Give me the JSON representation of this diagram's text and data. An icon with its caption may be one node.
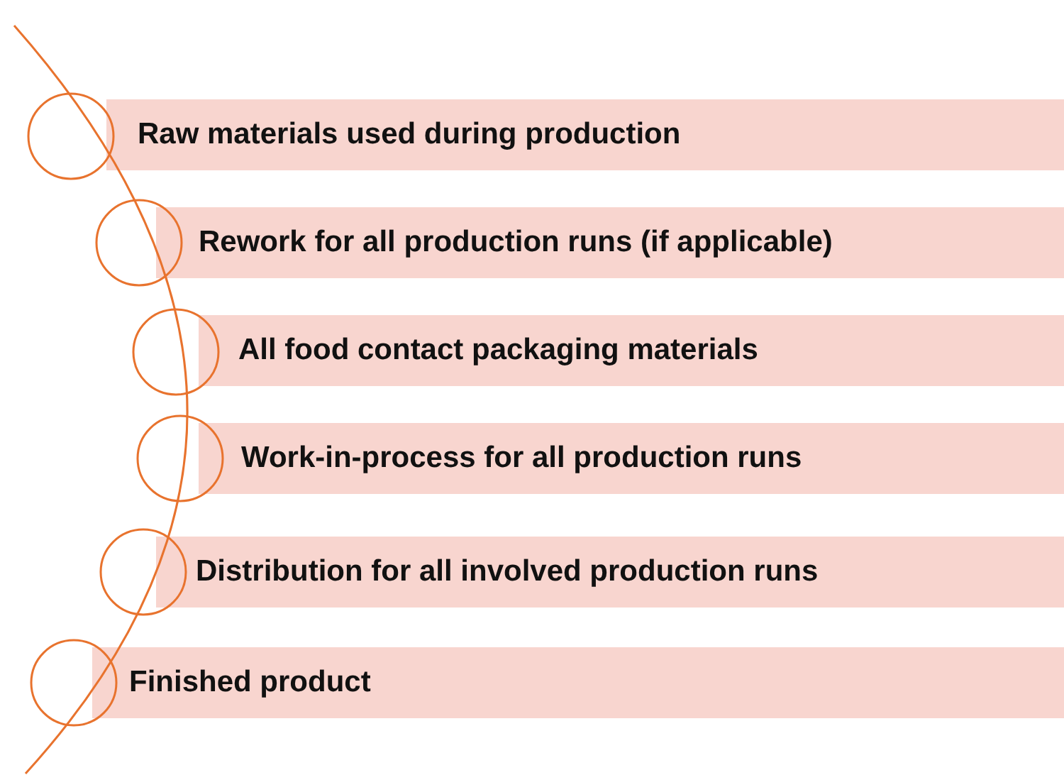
{
  "diagram": {
    "nodes": [
      {
        "text": [
          "Raw materials used during production"
        ]
      },
      {
        "text": [
          "Rework for all production runs (if applicable)"
        ]
      },
      {
        "text": [
          "All food contact packaging materials"
        ]
      },
      {
        "text": [
          "Work-in-process for all production runs"
        ]
      },
      {
        "text": [
          "Distribution for all involved production runs"
        ]
      },
      {
        "text": [
          "Finished product"
        ]
      }
    ]
  }
}
